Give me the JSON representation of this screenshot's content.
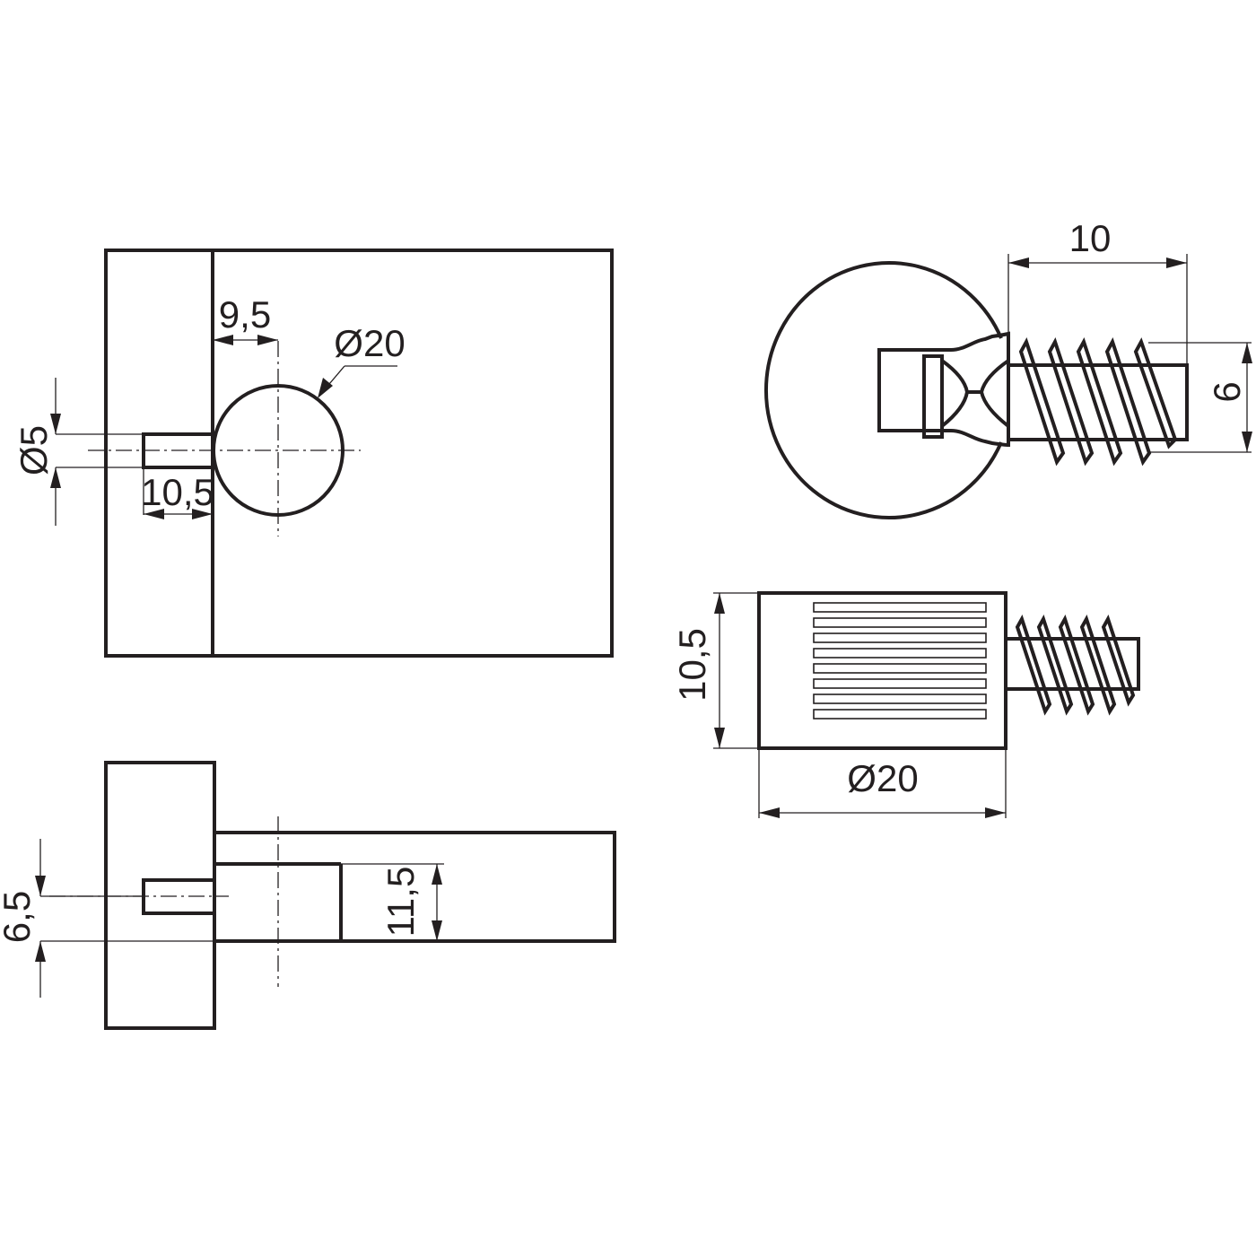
{
  "dimensions": {
    "front_offset": "9,5",
    "front_hole_diameter": "Ø20",
    "front_pin_diameter": "Ø5",
    "front_pin_length": "10,5",
    "side_pin_offset": "6,5",
    "side_slot_height": "11,5",
    "top_thread_length": "10",
    "top_thread_diameter": "6",
    "bottom_height": "10,5",
    "bottom_diameter": "Ø20"
  },
  "colors": {
    "line": "#231f20",
    "background": "#ffffff"
  }
}
